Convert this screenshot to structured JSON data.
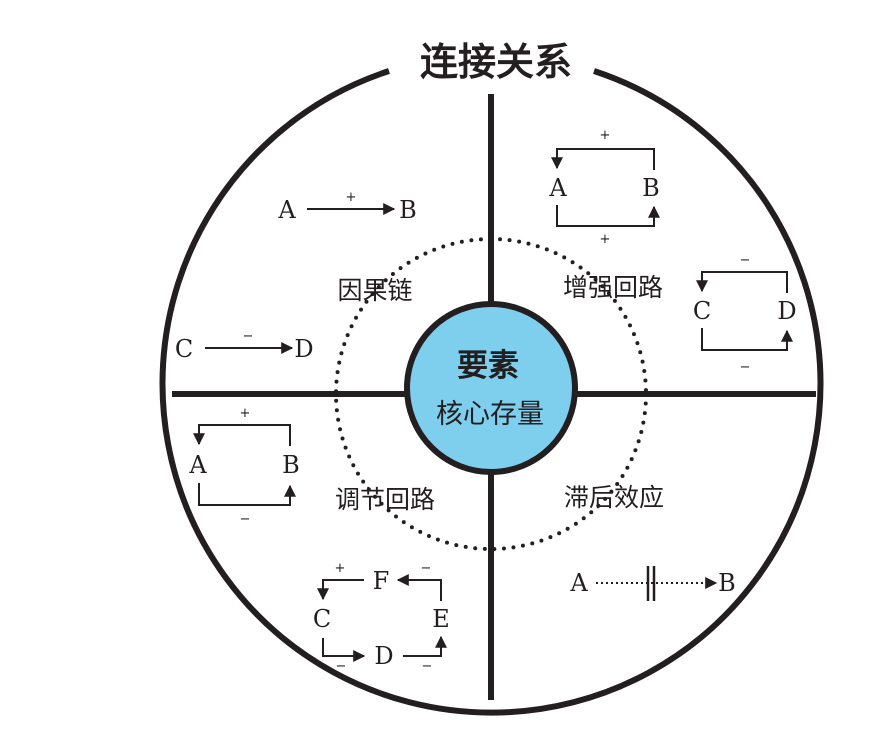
{
  "title": "连接关系",
  "center": {
    "title": "要素",
    "subtitle": "核心存量",
    "fill": "#7ecfee"
  },
  "quadrants": {
    "causal": "因果链",
    "reinforcing": "增强回路",
    "balancing": "调节回路",
    "delay": "滞后效应"
  },
  "causal_links": [
    {
      "from": "A",
      "to": "B",
      "sign": "+"
    },
    {
      "from": "C",
      "to": "D",
      "sign": "−"
    }
  ],
  "reinforcing_loops": [
    {
      "left": "A",
      "right": "B",
      "top_sign": "+",
      "bottom_sign": "+"
    },
    {
      "left": "C",
      "right": "D",
      "top_sign": "−",
      "bottom_sign": "−"
    }
  ],
  "balancing_loops": [
    {
      "left": "A",
      "right": "B",
      "top_sign": "+",
      "bottom_sign": "−"
    }
  ],
  "balancing_cycle": {
    "nodes": {
      "f": "F",
      "c": "C",
      "e": "E",
      "d": "D"
    },
    "signs": {
      "top_left": "+",
      "top_right": "−",
      "bottom_left": "−",
      "bottom_right": "−"
    }
  },
  "delay_link": {
    "from": "A",
    "to": "B"
  },
  "colors": {
    "ink": "#231f20",
    "center": "#7ecfee"
  }
}
